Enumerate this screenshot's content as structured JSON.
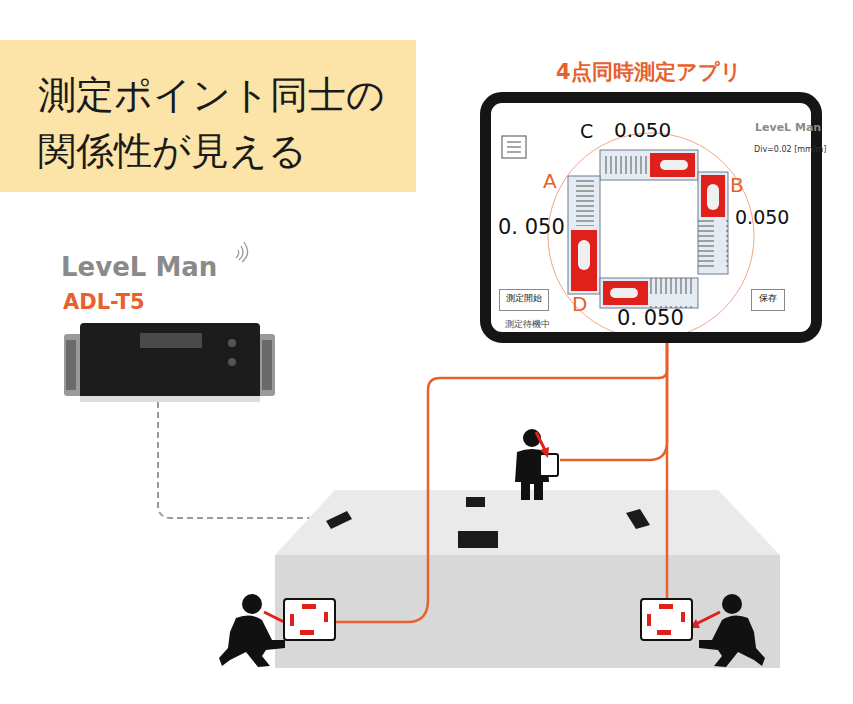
{
  "diagram": {
    "title": "測定ポイント同士の 関係性が見える",
    "nodes": [
      {
        "text": [
          "C",
          "0.050",
          "A",
          "0. 050",
          "B",
          "0.050",
          "D",
          "0. 050",
          "LeveL Man",
          "Div=0.02 [mm/m]",
          "測定待機中"
        ]
      },
      {
        "text": [
          "測定開始"
        ],
        "in": 0
      },
      {
        "text": [
          "保存"
        ],
        "in": 0
      }
    ],
    "labels": [
      "4点同時測定アプリ",
      "LeveL Man",
      "ADL-T5"
    ]
  }
}
